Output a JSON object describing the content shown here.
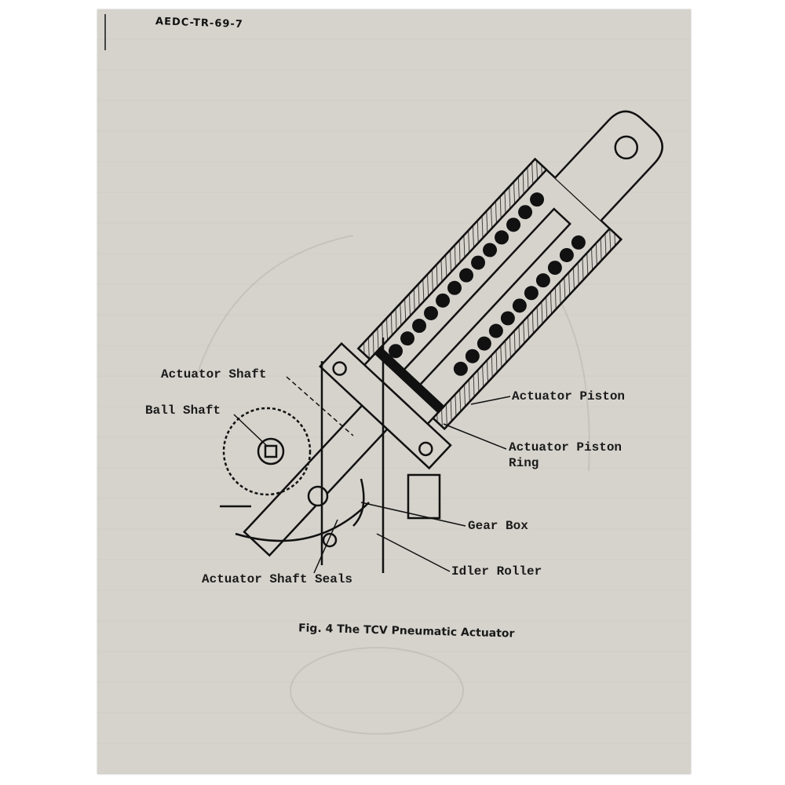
{
  "header": {
    "report_number": "AEDC-TR-69-7"
  },
  "figure": {
    "caption": "Fig. 4 The TCV Pneumatic Actuator",
    "labels": {
      "actuator_shaft": "Actuator Shaft",
      "ball_shaft": "Ball Shaft",
      "actuator_piston": "Actuator Piston",
      "actuator_piston_ring_line1": "Actuator Piston",
      "actuator_piston_ring_line2": "Ring",
      "gear_box": "Gear Box",
      "idler_roller": "Idler Roller",
      "actuator_shaft_seals": "Actuator Shaft Seals"
    }
  }
}
